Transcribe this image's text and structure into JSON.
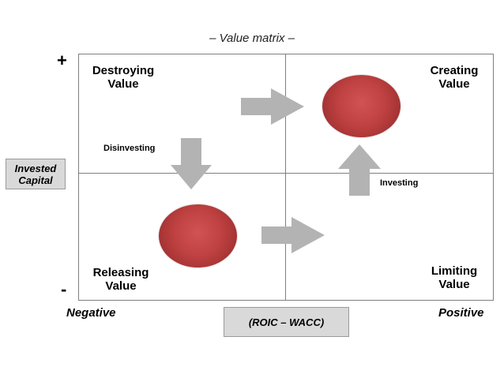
{
  "title": "– Value matrix –",
  "y_axis": {
    "label_line1": "Invested",
    "label_line2": "Capital",
    "plus": "+",
    "minus": "-"
  },
  "x_axis": {
    "label": "(ROIC – WACC)",
    "negative": "Negative",
    "positive": "Positive"
  },
  "quadrants": {
    "top_left": {
      "line1": "Destroying",
      "line2": "Value"
    },
    "top_right": {
      "line1": "Creating",
      "line2": "Value"
    },
    "bottom_left": {
      "line1": "Releasing",
      "line2": "Value"
    },
    "bottom_right": {
      "line1": "Limiting",
      "line2": "Value"
    }
  },
  "arrows": {
    "disinvesting": "Disinvesting",
    "investing": "Investing"
  },
  "colors": {
    "ball": "#b83c3c",
    "arrow": "#b3b3b3",
    "label_box": "#d9d9d9",
    "grid": "#7f7f7f"
  }
}
